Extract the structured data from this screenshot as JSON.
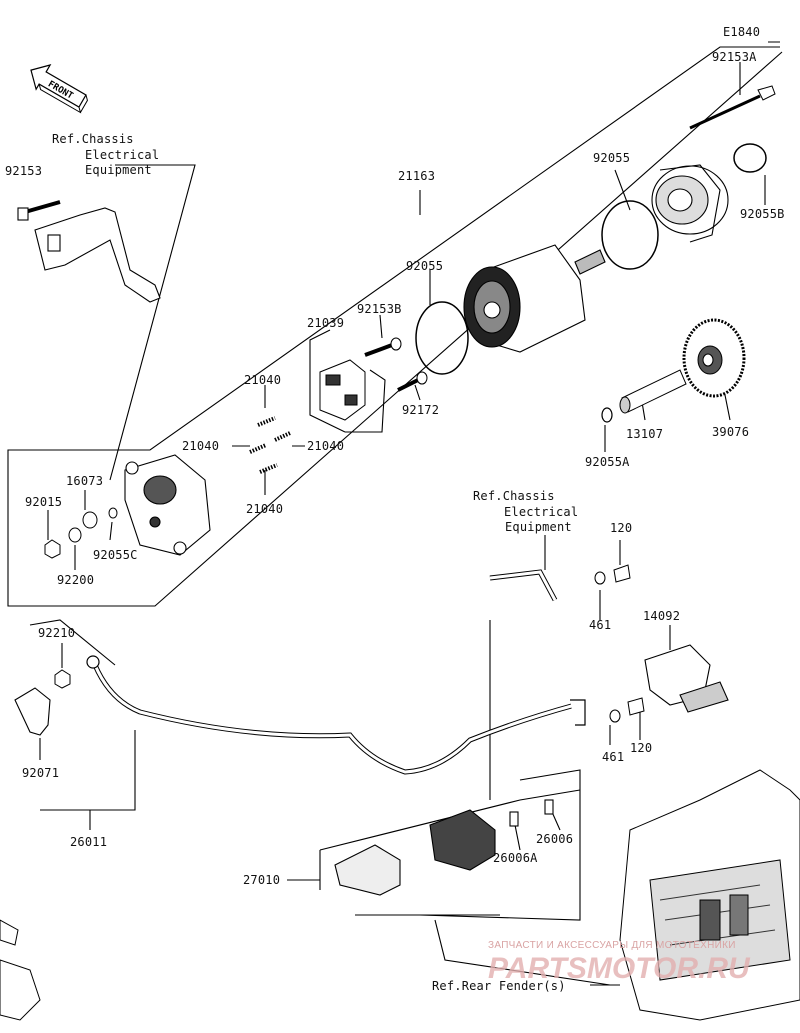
{
  "diagram_code": "E1840",
  "front_label": "FRONT",
  "refs": {
    "chassis_top": [
      "Ref.Chassis",
      "Electrical",
      "Equipment"
    ],
    "chassis_mid": [
      "Ref.Chassis",
      "Electrical",
      "Equipment"
    ],
    "rear_fender": "Ref.Rear Fender(s)"
  },
  "parts": {
    "p92153A": "92153A",
    "p92153": "92153",
    "p21163": "21163",
    "p92055_top": "92055",
    "p92055B": "92055B",
    "p92055_mid": "92055",
    "p92153B": "92153B",
    "p21039": "21039",
    "p21040_a": "21040",
    "p21040_b": "21040",
    "p21040_c": "21040",
    "p21040_d": "21040",
    "p92172": "92172",
    "p13107": "13107",
    "p39076": "39076",
    "p92055A": "92055A",
    "p16073": "16073",
    "p92015": "92015",
    "p92055C": "92055C",
    "p92200": "92200",
    "p120_top": "120",
    "p461_top": "461",
    "p14092": "14092",
    "p461_bot": "461",
    "p120_bot": "120",
    "p92210": "92210",
    "p92071": "92071",
    "p26011": "26011",
    "p26006": "26006",
    "p26006A": "26006A",
    "p27010": "27010"
  },
  "watermark": {
    "line1": "ЗАПЧАСТИ И АКСЕССУАРЫ ДЛЯ МОТОТЕХНИКИ",
    "line2": "PARTSMOTOR.RU"
  }
}
